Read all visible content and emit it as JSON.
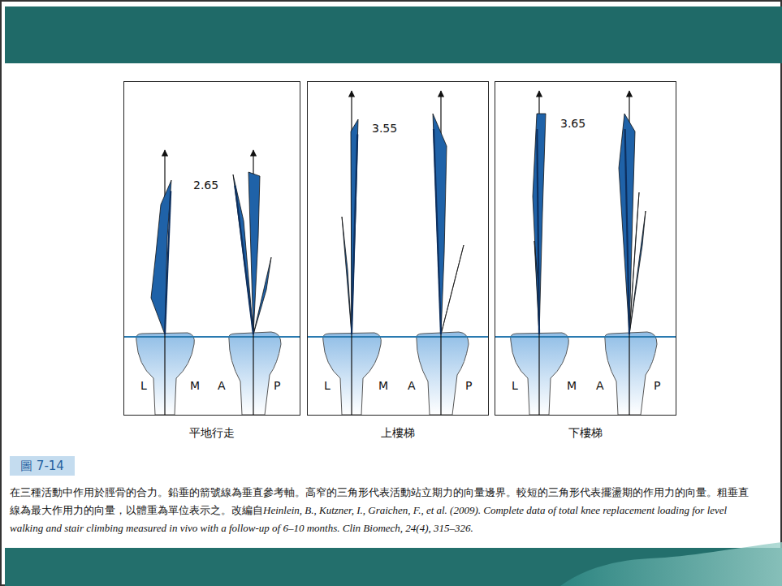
{
  "diagram": {
    "caption": "在三種活動中作用於脛骨的合力。鉛垂的箭號線為垂直參考軸。高窄的三角形代表活動站立期力的向量邊界。較短的三角形代表擺盪期的作用力的向量。粗垂直線為最大作用力的向量，以體重為單位表示之。改編自",
    "nodes": [
      {
        "text": [
          "平地行走"
        ]
      },
      {
        "text": [
          "上樓梯"
        ]
      },
      {
        "text": [
          "下樓梯"
        ]
      },
      {
        "text": [
          "圖 7-14"
        ]
      }
    ],
    "labels": [
      "2.65",
      "L",
      "M",
      "A",
      "P",
      "3.55",
      "L",
      "M",
      "A",
      "P",
      "3.65",
      "L",
      "M",
      "A",
      "P",
      "Heinlein, B., Kutzner, I., Graichen, F., et al. (2009). Complete data of total knee replacement loading for level walking and stair climbing measured in vivo with a follow-up of 6–10 months. Clin Biomech, 24(4), 315–326."
    ]
  }
}
